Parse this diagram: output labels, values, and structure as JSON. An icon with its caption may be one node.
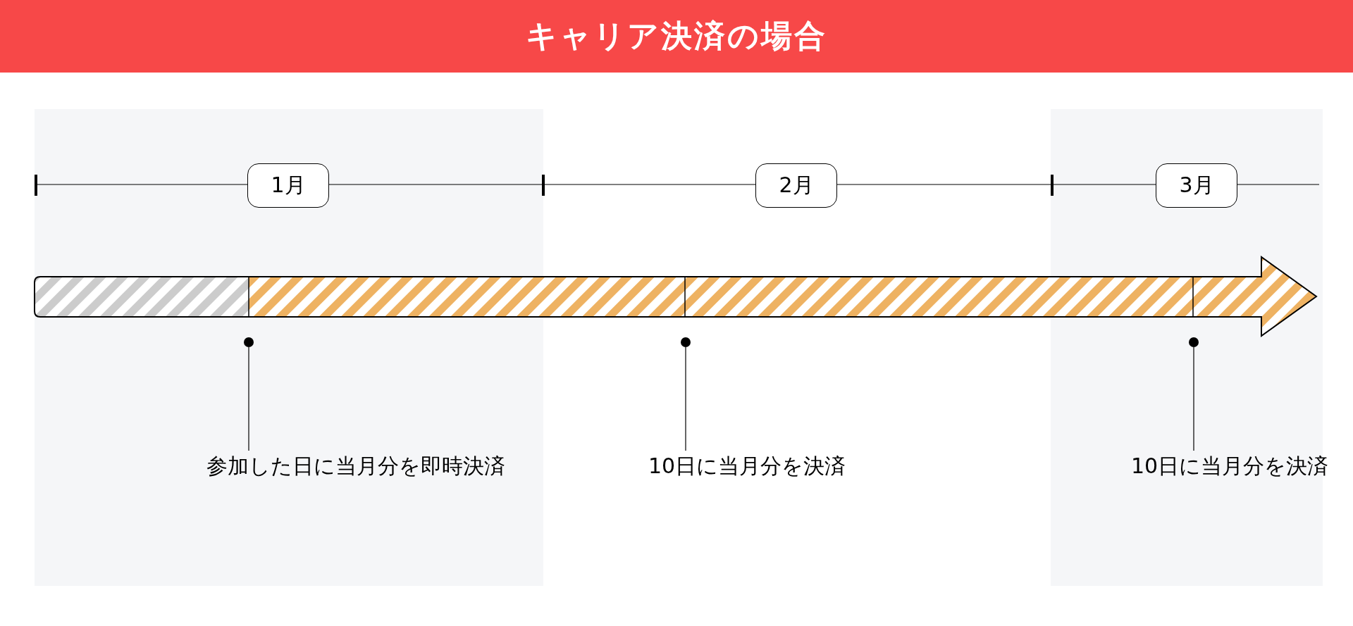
{
  "diagram": {
    "title": "キャリア決済の場合",
    "nodes": [
      {
        "text": [
          "1月"
        ]
      },
      {
        "text": [
          "2月"
        ]
      },
      {
        "text": [
          "3月"
        ]
      },
      {
        "text": [],
        "shape": "circle"
      },
      {
        "text": [],
        "shape": "circle"
      },
      {
        "text": [],
        "shape": "circle"
      },
      {
        "text": [
          "参加した日に当月分を即時決済"
        ]
      },
      {
        "text": [
          "10日に当月分を決済"
        ]
      },
      {
        "text": [
          "10日に当月分を決済"
        ]
      }
    ],
    "edges": [
      {
        "from": 6,
        "to": 3,
        "arrow": "none"
      },
      {
        "from": 7,
        "to": 4,
        "arrow": "none"
      },
      {
        "from": 8,
        "to": 5,
        "arrow": "none"
      }
    ]
  }
}
